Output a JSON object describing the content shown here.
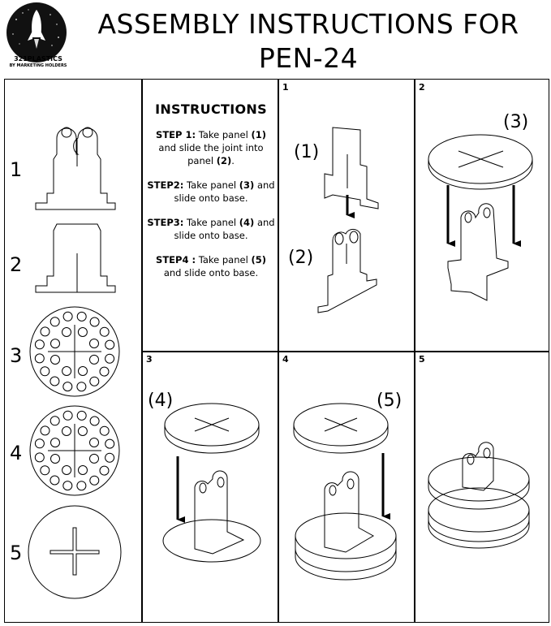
{
  "logo": {
    "brand": "321PLASTICS",
    "tagline": "BY MARKETING HOLDERS"
  },
  "title": {
    "line1": "ASSEMBLY INSTRUCTIONS FOR",
    "line2": "PEN-24"
  },
  "parts_column": {
    "numbers": [
      "1",
      "2",
      "3",
      "4",
      "5"
    ]
  },
  "instructions": {
    "heading": "INSTRUCTIONS",
    "steps": [
      {
        "label": "STEP 1:",
        "text_a": " Take panel ",
        "ref_a": "(1)",
        "text_b": " and slide the joint into panel ",
        "ref_b": "(2)",
        "text_c": "."
      },
      {
        "label": "STEP2:",
        "text_a": " Take panel ",
        "ref_a": "(3)",
        "text_b": " and slide onto base.",
        "ref_b": "",
        "text_c": ""
      },
      {
        "label": "STEP3:",
        "text_a": " Take panel ",
        "ref_a": "(4)",
        "text_b": " and slide onto base.",
        "ref_b": "",
        "text_c": ""
      },
      {
        "label": "STEP4 :",
        "text_a": " Take panel ",
        "ref_a": "(5)",
        "text_b": " and slide onto base.",
        "ref_b": "",
        "text_c": ""
      }
    ]
  },
  "cells": {
    "c1": {
      "num": "1",
      "label_top": "(1)",
      "label_bottom": "(2)"
    },
    "c2": {
      "num": "2",
      "label": "(3)"
    },
    "c3": {
      "num": "3",
      "label": "(4)"
    },
    "c4": {
      "num": "4",
      "label": "(5)"
    },
    "c5": {
      "num": "5"
    }
  }
}
